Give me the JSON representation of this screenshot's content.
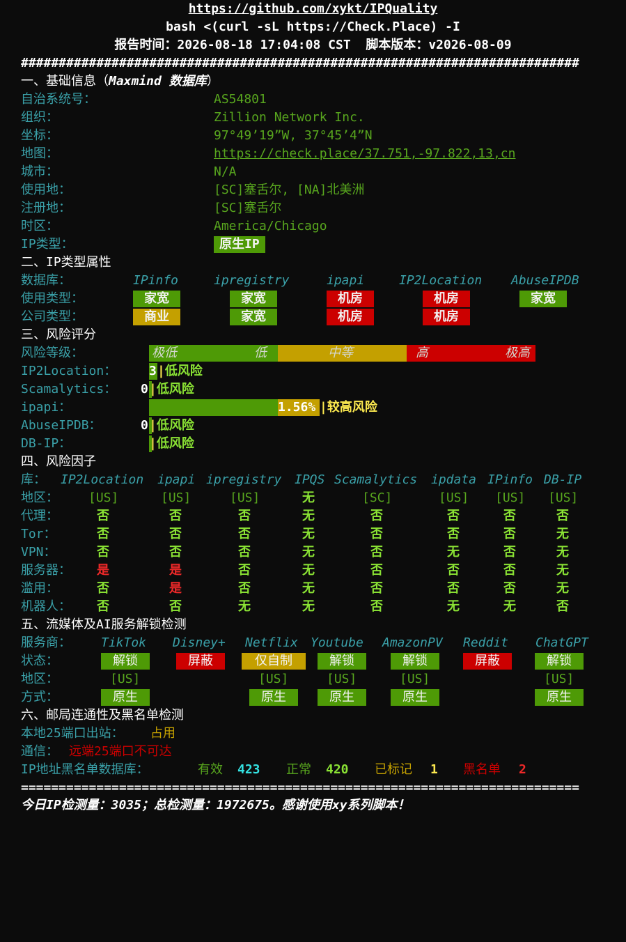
{
  "header": {
    "url": "https://github.com/xykt/IPQuality",
    "cmd": "bash <(curl -sL https://Check.Place) -I",
    "report": "报告时间：2026-08-18 17:04:08 CST  脚本版本：v2026-08-09",
    "hash_line": "##########################################################################"
  },
  "basic": {
    "title": "一、基础信息（",
    "title_em": "Maxmind 数据库",
    "title_end": "）",
    "asn_label": "自治系统号：",
    "asn": "AS54801",
    "org_label": "组织：",
    "org": "Zillion Network Inc.",
    "coord_label": "坐标：",
    "coord": "97°49’19”W, 37°45’4”N",
    "map_label": "地图：",
    "map": "https://check.place/37.751,-97.822,13,cn",
    "city_label": "城市：",
    "city": "N/A",
    "use_label": "使用地：",
    "use": "[SC]塞舌尔, [NA]北美洲",
    "reg_label": "注册地：",
    "reg": "[SC]塞舌尔",
    "tz_label": "时区：",
    "tz": "America/Chicago",
    "iptype_label": "IP类型：",
    "iptype": "原生IP"
  },
  "types": {
    "title": "二、IP类型属性",
    "db_label": "数据库：",
    "dbs": [
      "IPinfo",
      "ipregistry",
      "ipapi",
      "IP2Location",
      "AbuseIPDB"
    ],
    "use_label": "使用类型：",
    "use": [
      "家宽",
      "家宽",
      "机房",
      "机房",
      "家宽"
    ],
    "comp_label": "公司类型：",
    "comp": [
      "商业",
      "家宽",
      "机房",
      "机房"
    ]
  },
  "risk": {
    "title": "三、风险评分",
    "level_label": "风险等级：",
    "scale": [
      "极低",
      "低",
      "中等",
      "高",
      "极高"
    ],
    "ip2l_label": "IP2Location：",
    "ip2l_score": "3",
    "ip2l_text": "低风险",
    "scam_label": "Scamalytics：",
    "scam_score": "0",
    "scam_text": "低风险",
    "ipapi_label": "ipapi：",
    "ipapi_score": "1.56%",
    "ipapi_text": "较高风险",
    "abuse_label": "AbuseIPDB：",
    "abuse_score": "0",
    "abuse_text": "低风险",
    "dbip_label": "DB-IP：",
    "dbip_text": "低风险"
  },
  "factors": {
    "title": "四、风险因子",
    "lib_label": "库：",
    "libs": [
      "IP2Location",
      "ipapi",
      "ipregistry",
      "IPQS",
      "Scamalytics",
      "ipdata",
      "IPinfo",
      "DB-IP"
    ],
    "rows": [
      {
        "label": "地区：",
        "cells": [
          "[US]",
          "[US]",
          "[US]",
          "无",
          "[SC]",
          "[US]",
          "[US]",
          "[US]"
        ]
      },
      {
        "label": "代理：",
        "cells": [
          "否",
          "否",
          "否",
          "无",
          "否",
          "否",
          "否",
          "否"
        ]
      },
      {
        "label": "Tor：",
        "cells": [
          "否",
          "否",
          "否",
          "无",
          "否",
          "否",
          "否",
          "无"
        ]
      },
      {
        "label": "VPN：",
        "cells": [
          "否",
          "否",
          "否",
          "无",
          "否",
          "无",
          "否",
          "无"
        ]
      },
      {
        "label": "服务器：",
        "cells": [
          "是",
          "是",
          "否",
          "无",
          "否",
          "否",
          "否",
          "无"
        ]
      },
      {
        "label": "滥用：",
        "cells": [
          "否",
          "是",
          "否",
          "无",
          "否",
          "否",
          "否",
          "无"
        ]
      },
      {
        "label": "机器人：",
        "cells": [
          "否",
          "否",
          "无",
          "无",
          "否",
          "无",
          "无",
          "否"
        ]
      }
    ]
  },
  "media": {
    "title": "五、流媒体及AI服务解锁检测",
    "svc_label": "服务商：",
    "services": [
      "TikTok",
      "Disney+",
      "Netflix",
      "Youtube",
      "AmazonPV",
      "Reddit",
      "ChatGPT"
    ],
    "status_label": "状态：",
    "status": [
      "解锁",
      "屏蔽",
      "仅自制",
      "解锁",
      "解锁",
      "屏蔽",
      "解锁"
    ],
    "region_label": "地区：",
    "region": [
      "[US]",
      "",
      "[US]",
      "[US]",
      "[US]",
      "",
      "[US]"
    ],
    "mode_label": "方式：",
    "mode": [
      "原生",
      "",
      "原生",
      "原生",
      "原生",
      "",
      "原生"
    ]
  },
  "mail": {
    "title": "六、邮局连通性及黑名单检测",
    "port_label": "本地25端口出站：",
    "port": "占用",
    "comm_label": "通信：",
    "comm": "远端25端口不可达",
    "bl_label": "IP地址黑名单数据库：",
    "valid_label": "有效",
    "valid": "423",
    "normal_label": "正常",
    "normal": "420",
    "marked_label": "已标记",
    "marked": "1",
    "black_label": "黑名单",
    "black": "2"
  },
  "footer": {
    "eq_line": "==========================================================================",
    "stats": "今日IP检测量：3035；总检测量：1972675。感谢使用xy系列脚本！"
  }
}
